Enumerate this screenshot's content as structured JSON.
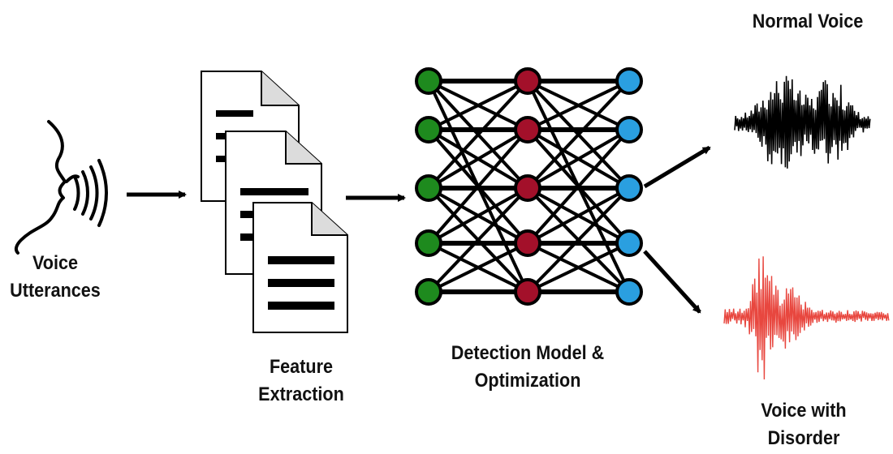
{
  "labels": {
    "input": [
      "Voice",
      "Utterances"
    ],
    "feature": [
      "Feature",
      "Extraction"
    ],
    "model": [
      "Detection Model &",
      "Optimization"
    ],
    "normal": "Normal Voice",
    "disorder": [
      "Voice with",
      "Disorder"
    ]
  },
  "network": {
    "layers": [
      {
        "nodes": 5,
        "color": "#1e8a1e"
      },
      {
        "nodes": 5,
        "color": "#a3102a"
      },
      {
        "nodes": 5,
        "color": "#2a9fe0"
      }
    ]
  },
  "colors": {
    "line": "#000000",
    "normal_wave": "#000000",
    "disorder_wave": "#e8473f"
  },
  "icons": {
    "speaker": "speaking-head-icon",
    "documents": "document-stack-icon",
    "normal_wave": "waveform-icon",
    "disorder_wave": "waveform-icon"
  }
}
